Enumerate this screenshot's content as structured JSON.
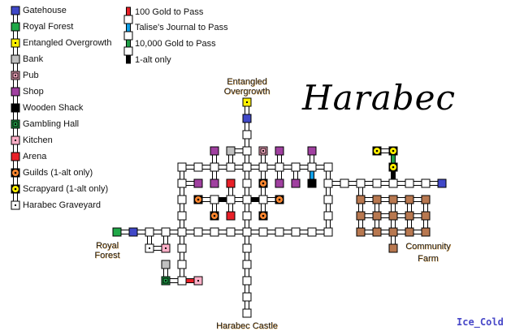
{
  "title": "Harabec",
  "signature": "Ice_Cold",
  "legend_rooms": [
    {
      "key": "gatehouse",
      "label": "Gatehouse",
      "color": "#4048c8"
    },
    {
      "key": "forest",
      "label": "Royal Forest",
      "color": "#20a848"
    },
    {
      "key": "entangled",
      "label": "Entangled Overgrowth",
      "color": "#fff000"
    },
    {
      "key": "bank",
      "label": "Bank",
      "color": "#c0c0c0"
    },
    {
      "key": "pub",
      "label": "Pub",
      "color": "#ffb0c8"
    },
    {
      "key": "shop",
      "label": "Shop",
      "color": "#a040a0"
    },
    {
      "key": "shack",
      "label": "Wooden Shack",
      "color": "#000000"
    },
    {
      "key": "gambling",
      "label": "Gambling Hall",
      "color": "#20a048"
    },
    {
      "key": "kitchen",
      "label": "Kitchen",
      "color": "#ffb0c8"
    },
    {
      "key": "arena",
      "label": "Arena",
      "color": "#e82028"
    },
    {
      "key": "guild",
      "label": "Guilds (1-alt only)",
      "color": "#ff8830"
    },
    {
      "key": "scrap",
      "label": "Scrapyard (1-alt only)",
      "color": "#fff000"
    },
    {
      "key": "graveyard",
      "label": "Harabec Graveyard",
      "color": "#ffffff"
    }
  ],
  "legend_links": [
    {
      "key": "red",
      "label": "100 Gold to Pass",
      "color": "#e82028"
    },
    {
      "key": "blue",
      "label": "Talise's Journal to Pass",
      "color": "#10a0e8"
    },
    {
      "key": "green",
      "label": "10,000 Gold to Pass",
      "color": "#20a048"
    },
    {
      "key": "black",
      "label": "1-alt only",
      "color": "#000000"
    }
  ],
  "colors": {
    "room": "#ffffff",
    "farm": "#b87850"
  },
  "labels": {
    "entangled_1": "Entangled",
    "entangled_2": "Overgrowth",
    "forest_1": "Royal",
    "forest_2": "Forest",
    "castle": "Harabec Castle",
    "farm_1": "Community",
    "farm_2": "Farm"
  }
}
